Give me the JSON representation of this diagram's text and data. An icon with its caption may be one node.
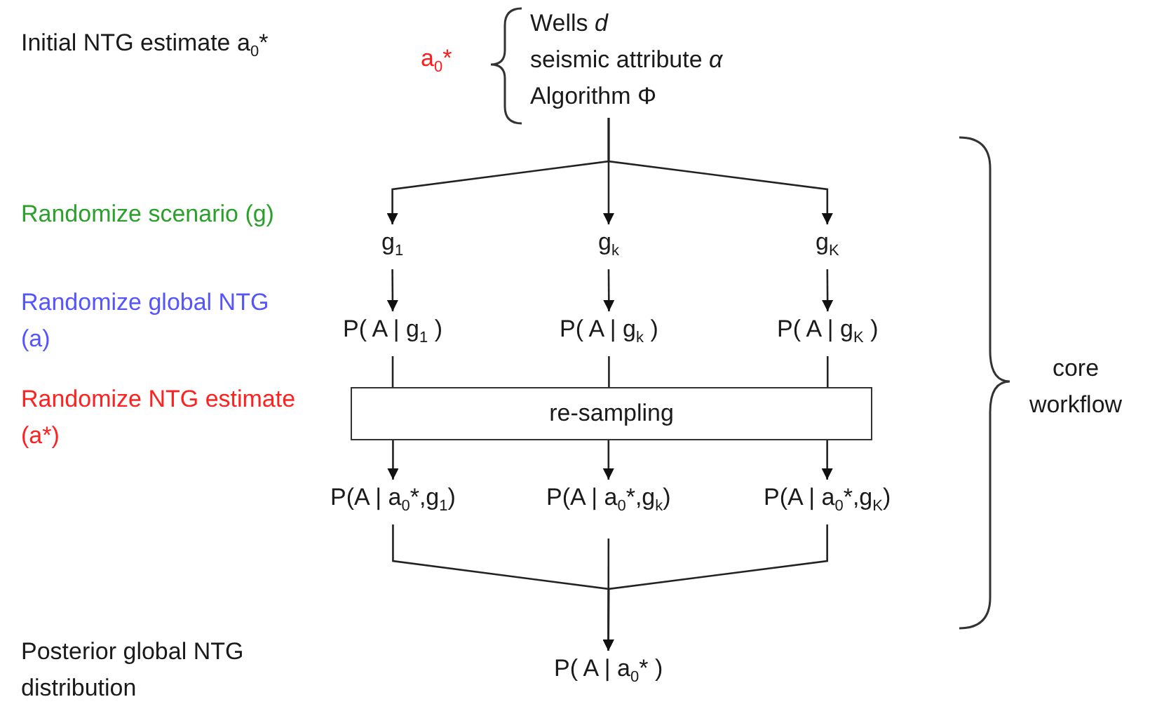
{
  "diagram": {
    "nodes": [
      {
        "text": [
          "Wells *d*",
          "seismic attribute *α*",
          "Algorithm Φ"
        ],
        "beside": [
          "a$_{0}$*"
        ]
      },
      {
        "text": [
          "g$_{1}$"
        ]
      },
      {
        "text": [
          "g$_{k}$"
        ]
      },
      {
        "text": [
          "g$_{K}$"
        ]
      },
      {
        "text": [
          "P( A | g$_{1}$ )"
        ]
      },
      {
        "text": [
          "P( A | g$_{k}$ )"
        ]
      },
      {
        "text": [
          "P( A | g$_{K}$ )"
        ]
      },
      {
        "text": [
          "re-sampling"
        ]
      },
      {
        "text": [
          "P(A | a$_{0}$*,g$_{1}$)"
        ]
      },
      {
        "text": [
          "P(A | a$_{0}$*,g$_{k}$)"
        ]
      },
      {
        "text": [
          "P(A | a$_{0}$*,g$_{K}$)"
        ]
      },
      {
        "text": [
          "P( A | a$_{0}$* )"
        ]
      }
    ],
    "edges": [
      {
        "from": 0,
        "to": 1,
        "arrow": "to"
      },
      {
        "from": 0,
        "to": 2,
        "arrow": "to"
      },
      {
        "from": 0,
        "to": 3,
        "arrow": "to"
      },
      {
        "from": 1,
        "to": 4,
        "arrow": "to"
      },
      {
        "from": 2,
        "to": 5,
        "arrow": "to"
      },
      {
        "from": 3,
        "to": 6,
        "arrow": "to"
      },
      {
        "from": 4,
        "to": 7,
        "arrow": "none"
      },
      {
        "from": 5,
        "to": 7,
        "arrow": "none"
      },
      {
        "from": 6,
        "to": 7,
        "arrow": "none"
      },
      {
        "from": 7,
        "to": 8,
        "arrow": "to"
      },
      {
        "from": 7,
        "to": 9,
        "arrow": "to"
      },
      {
        "from": 7,
        "to": 10,
        "arrow": "to"
      },
      {
        "from": 8,
        "to": 11,
        "arrow": "to"
      },
      {
        "from": 9,
        "to": 11,
        "arrow": "to"
      },
      {
        "from": 10,
        "to": 11,
        "arrow": "to"
      }
    ],
    "labels": [
      "Initial NTG estimate a$_{0}$*",
      "Randomize scenario (g)",
      "Randomize global NTG (a)",
      "Randomize NTG estimate (a*)",
      "core workflow",
      "Posterior global NTG distribution"
    ]
  }
}
